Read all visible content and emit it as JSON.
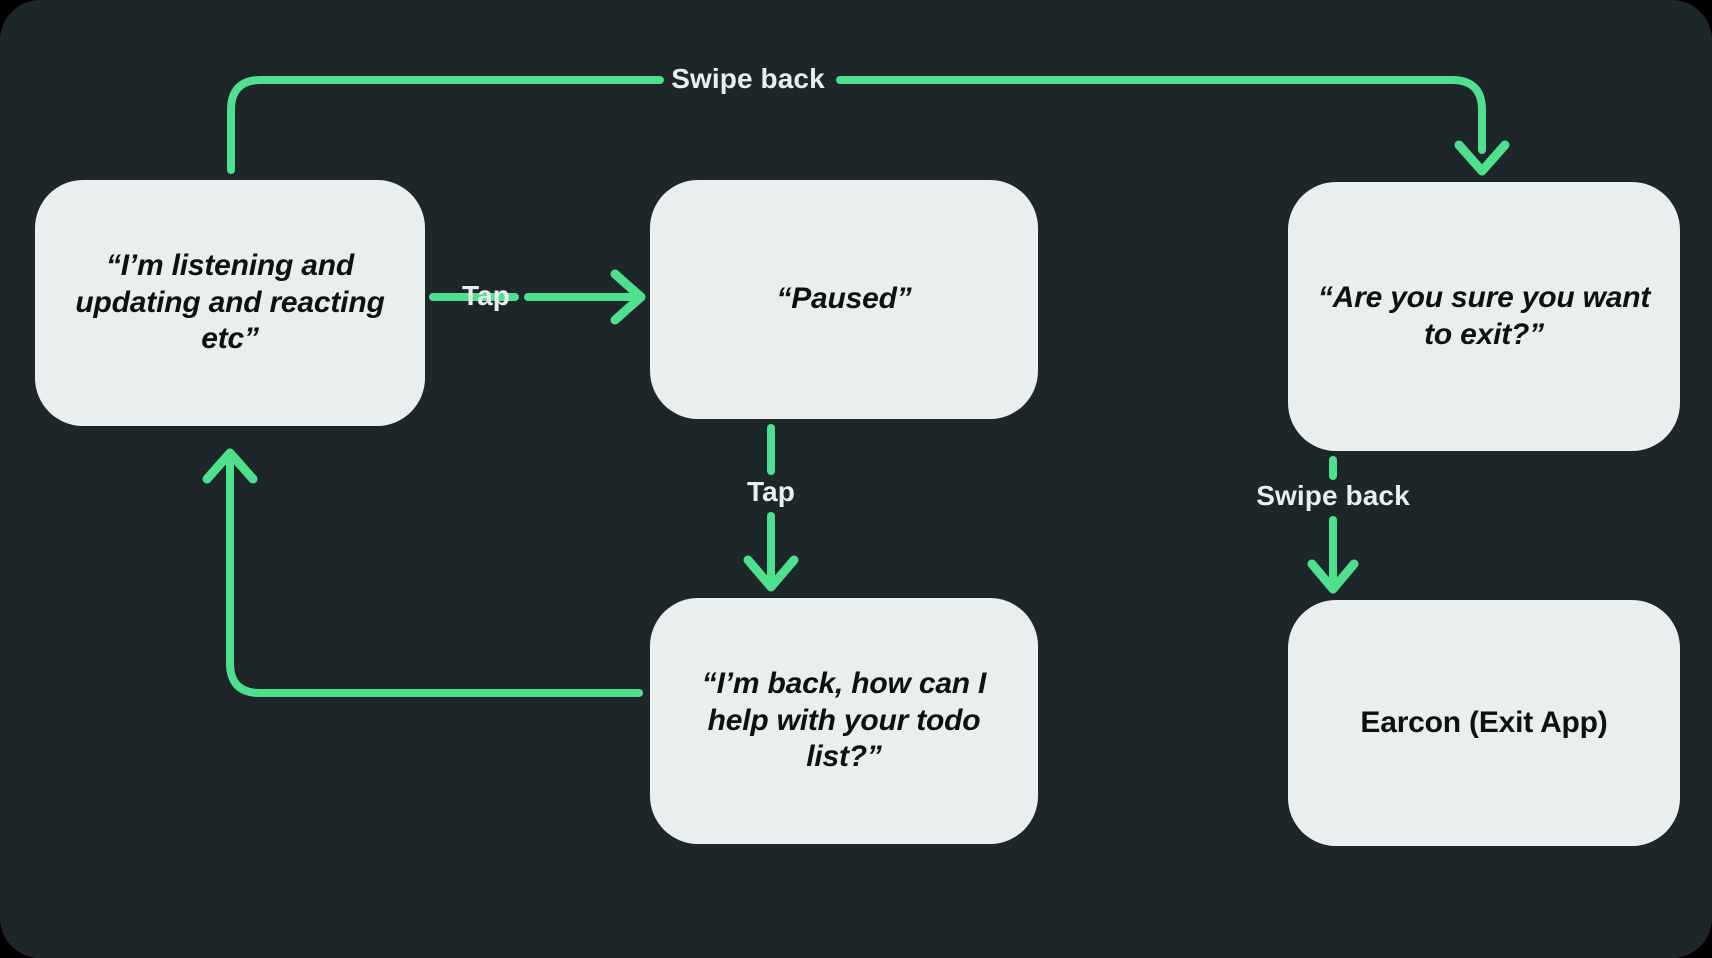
{
  "diagram": {
    "title": "Voice assistant pause / exit flow",
    "colors": {
      "background": "#1d2628",
      "node_fill": "#e8efee",
      "node_text": "#0c1211",
      "accent_green": "#4fe08d",
      "label_text": "#e8efee"
    },
    "nodes": [
      {
        "id": "listening",
        "label": "“I’m listening and updating and reacting etc”",
        "style": "italic"
      },
      {
        "id": "paused",
        "label": "“Paused”",
        "style": "italic"
      },
      {
        "id": "confirm",
        "label": "“Are you sure you want to exit?”",
        "style": "italic"
      },
      {
        "id": "back",
        "label": "“I’m back, how can I help with your todo list?”",
        "style": "italic"
      },
      {
        "id": "earcon",
        "label": "Earcon (Exit App)",
        "style": "plain"
      }
    ],
    "edges": [
      {
        "id": "listening-to-confirm",
        "label": "Swipe back",
        "from": "listening",
        "to": "confirm"
      },
      {
        "id": "listening-to-paused",
        "label": "Tap",
        "from": "listening",
        "to": "paused"
      },
      {
        "id": "paused-to-back",
        "label": "Tap",
        "from": "paused",
        "to": "back"
      },
      {
        "id": "confirm-to-earcon",
        "label": "Swipe back",
        "from": "confirm",
        "to": "earcon"
      },
      {
        "id": "back-to-listening",
        "label": "",
        "from": "back",
        "to": "listening"
      }
    ]
  }
}
